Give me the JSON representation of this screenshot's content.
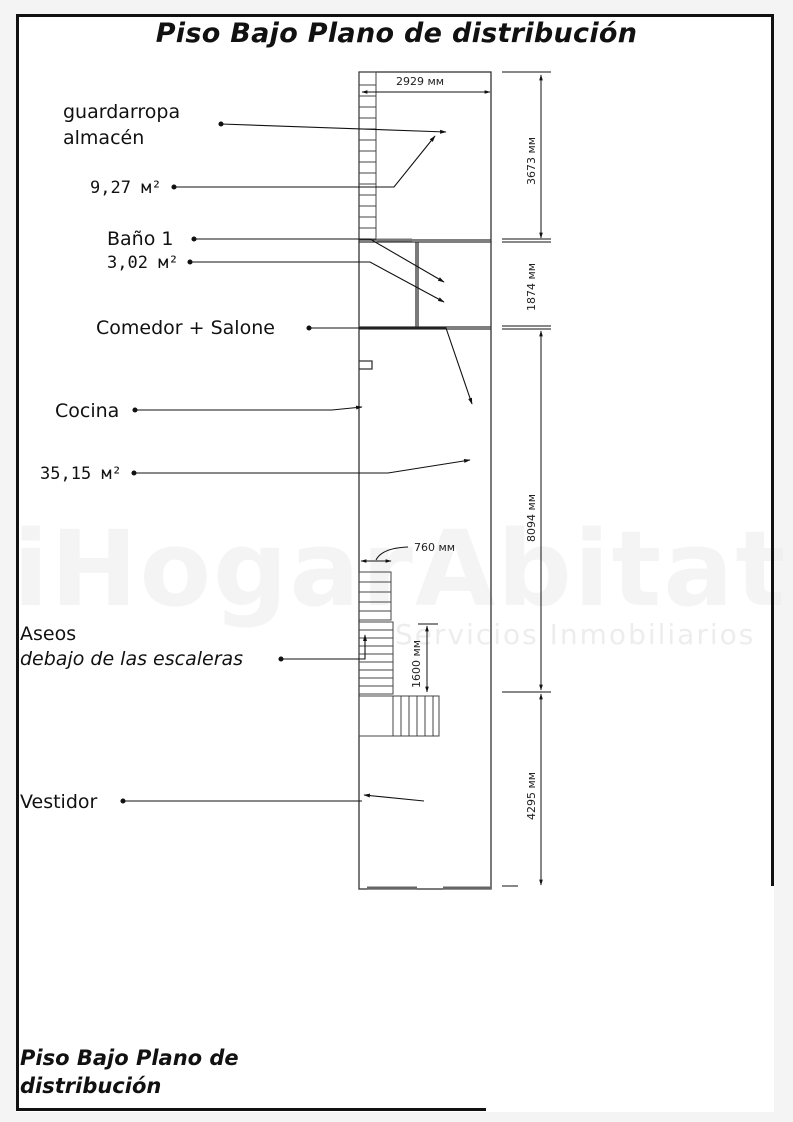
{
  "title": "Piso Bajo Plano de distribución",
  "footer_title": "Piso Bajo Plano de distribución",
  "watermark": {
    "brand": "iHogarAbitat",
    "tagline": "Servicios Inmobiliarios"
  },
  "labels": {
    "guardarropa": "guardarropa",
    "almacen": "almacén",
    "area_guardarropa": "9,27 м²",
    "bano": "Baño 1",
    "area_bano": "3,02 м²",
    "comedor": "Comedor + Salone",
    "cocina": "Cocina",
    "area_comedor": "35,15 м²",
    "aseos": "Aseos",
    "aseos_sub": "debajo de las escaleras",
    "vestidor": "Vestidor"
  },
  "dimensions": {
    "width_top": "2929 мм",
    "height_guardarropa": "3673 мм",
    "height_bano": "1874 мм",
    "height_comedor": "8094 мм",
    "height_vestidor": "4295 мм",
    "stair_width": "760 мм",
    "stair_length": "1600 мм"
  }
}
